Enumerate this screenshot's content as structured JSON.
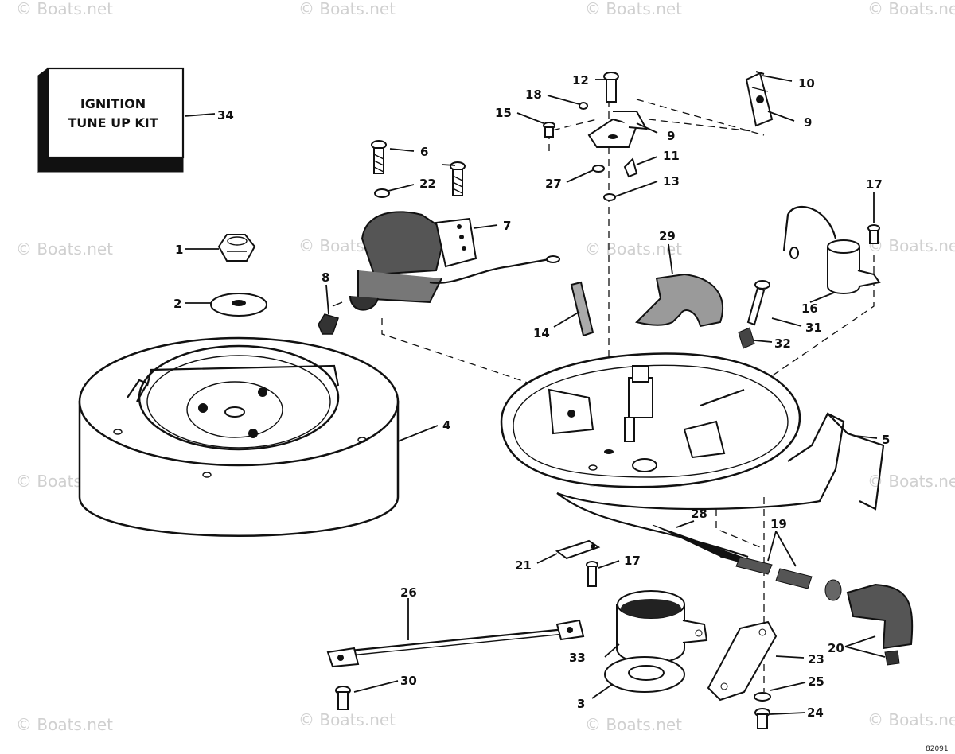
{
  "watermark_text": "© Boats.net",
  "kit_box": {
    "line1": "IGNITION",
    "line2": "TUNE UP KIT"
  },
  "catalog_number": "82091",
  "callouts": [
    "1",
    "2",
    "3",
    "4",
    "5",
    "6",
    "7",
    "8",
    "9",
    "9",
    "10",
    "11",
    "12",
    "13",
    "14",
    "15",
    "16",
    "17",
    "17",
    "18",
    "19",
    "20",
    "21",
    "22",
    "23",
    "24",
    "25",
    "26",
    "27",
    "28",
    "29",
    "30",
    "31",
    "32",
    "33",
    "34"
  ]
}
